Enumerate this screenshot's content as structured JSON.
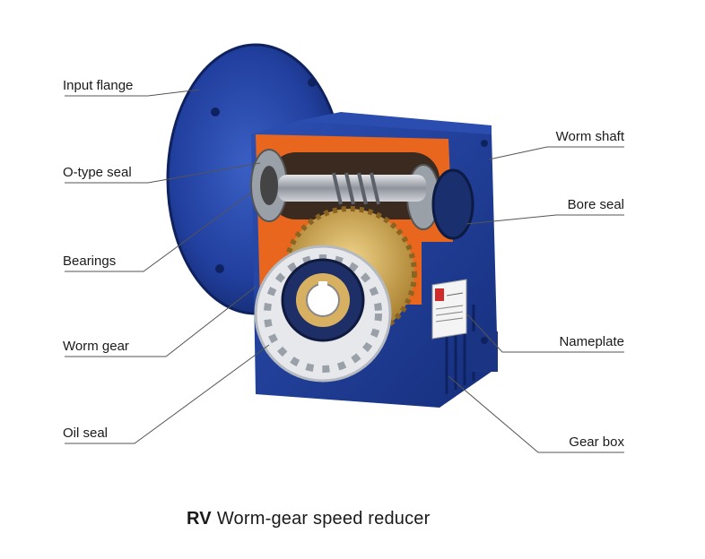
{
  "labels_left": [
    "Input flange",
    "O-type seal",
    "Bearings",
    "Worm gear",
    "Oil seal"
  ],
  "labels_right": [
    "Worm shaft",
    "Bore seal",
    "Nameplate",
    "Gear box"
  ],
  "caption": {
    "model": "RV",
    "text": "Worm-gear speed reducer"
  },
  "colors": {
    "housing_blue": "#1f3f9c",
    "housing_dark": "#142c73",
    "cutaway_orange": "#e8661e",
    "bronze": "#c9a24a",
    "steel": "#b8bcc4",
    "line": "#555555"
  }
}
